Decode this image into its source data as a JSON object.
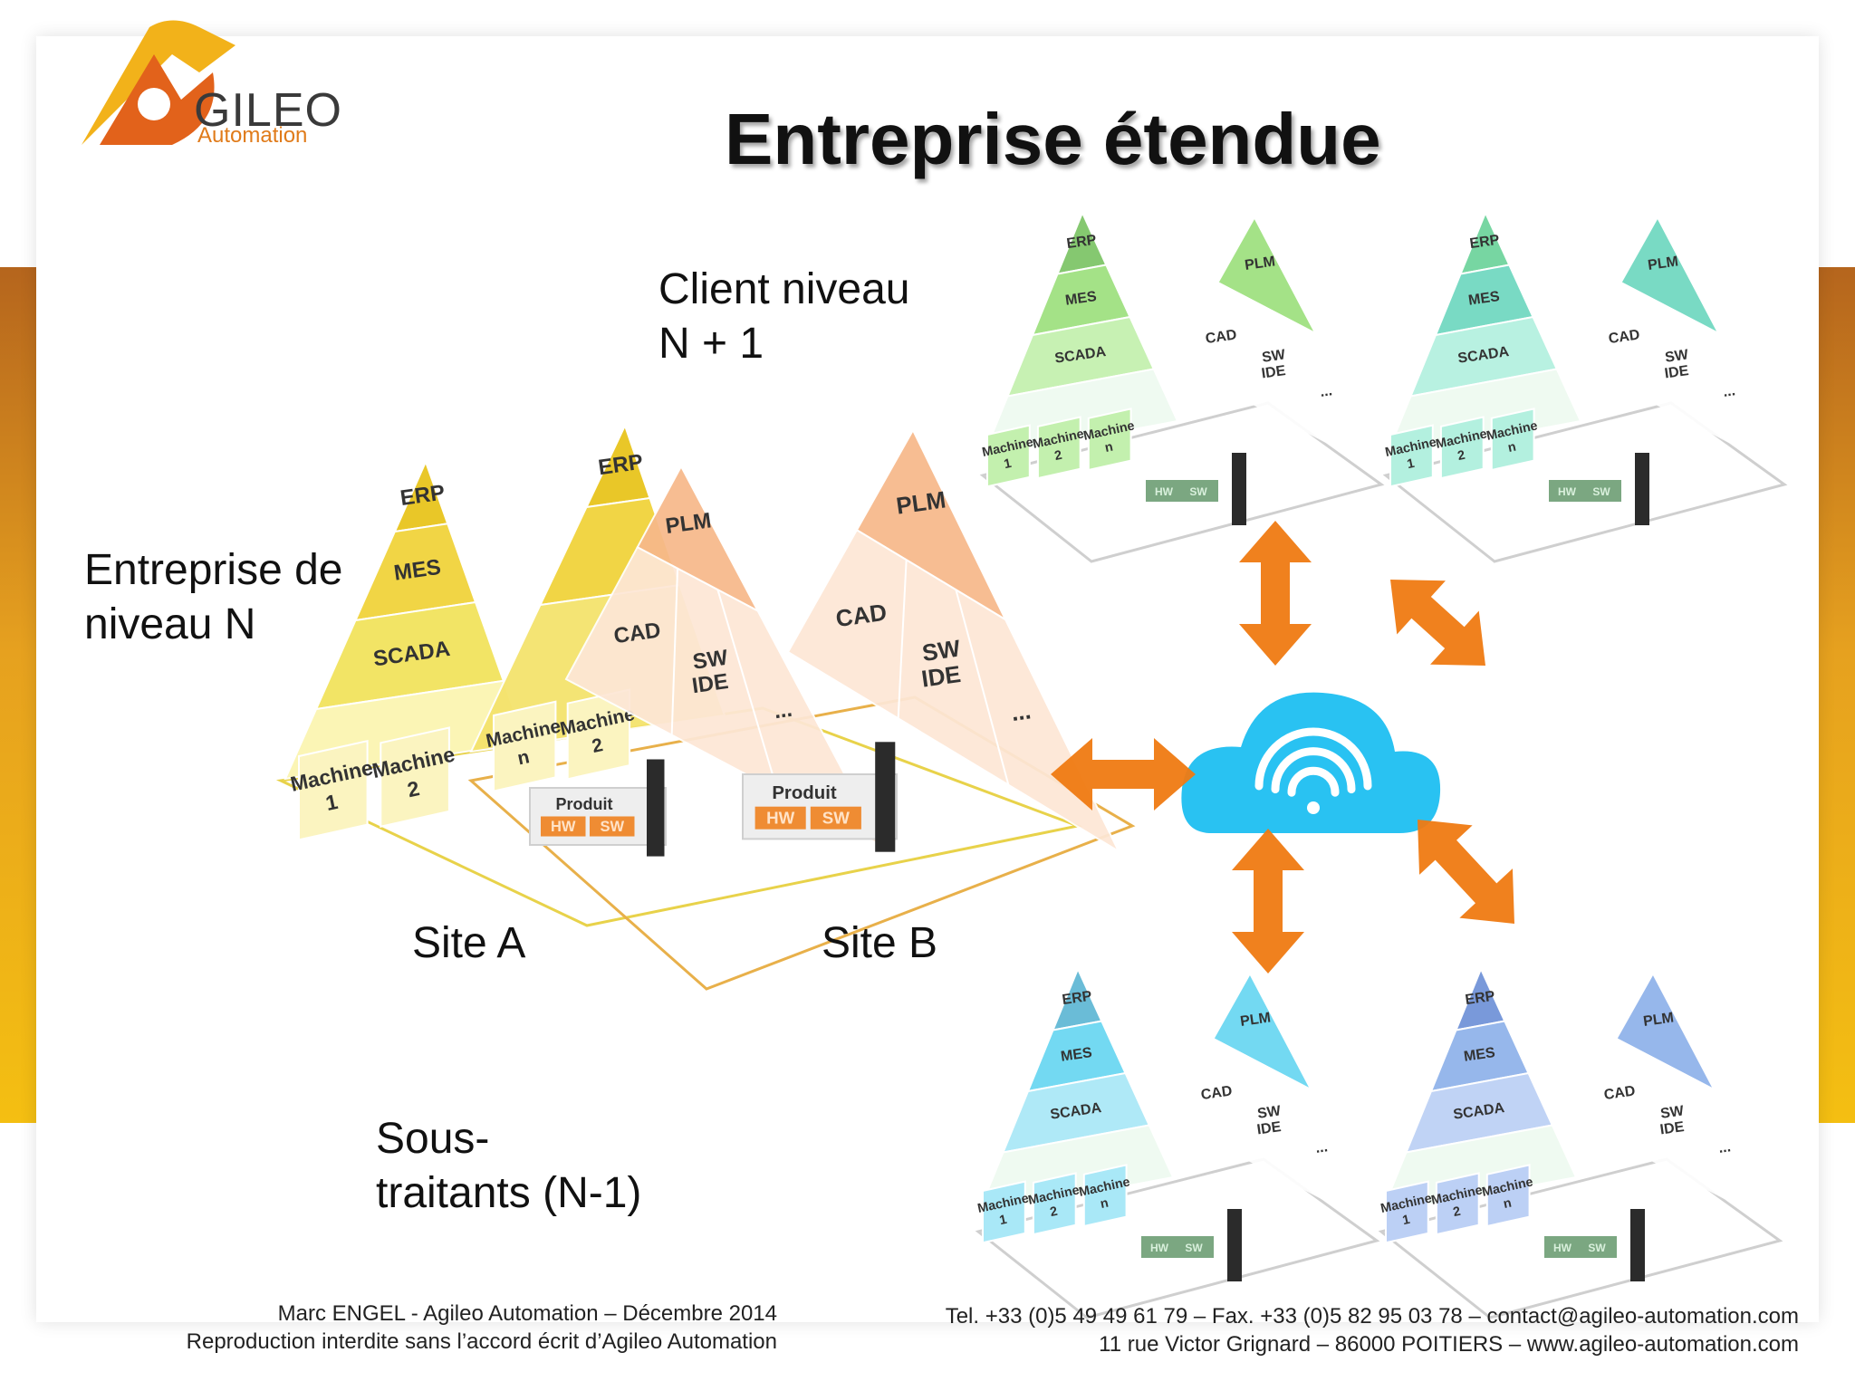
{
  "logo": {
    "word": "GILEO",
    "sub": "Automation"
  },
  "title": "Entreprise étendue",
  "labels": {
    "client": [
      "Client niveau",
      "N + 1"
    ],
    "enterprise": [
      "Entreprise de",
      "niveau N"
    ],
    "site_a": "Site A",
    "site_b": "Site B",
    "subcontractors": [
      "Sous-",
      "traitants (N-1)"
    ]
  },
  "pyramid_text": {
    "erp": "ERP",
    "mes": "MES",
    "scada": "SCADA",
    "plm": "PLM",
    "cad": "CAD",
    "sw": "SW",
    "ide": "IDE",
    "more": "...",
    "machine": "Machine",
    "m1": "1",
    "m2": "2",
    "mn": "n",
    "produit": "Produit",
    "hw": "HW",
    "sw_box": "SW"
  },
  "footer": {
    "left_line1": "Marc ENGEL - Agileo Automation – Décembre 2014",
    "left_line2": "Reproduction interdite sans l’accord écrit d’Agileo Automation",
    "right_line1": "Tel. +33 (0)5 49 49 61 79 – Fax. +33 (0)5 82 95 03 78 – contact@agileo-automation.com",
    "right_line2": "11 rue Victor Grignard – 86000 POITIERS – www.agileo-automation.com"
  },
  "colors": {
    "yellow": "#f2e25a",
    "yellow_dark": "#e8c318",
    "peach": "#f7b98a",
    "orange_arrow": "#ef7a12",
    "green": "#9ee07e",
    "green_dark": "#7cc466",
    "teal": "#6fd8c0",
    "cyan": "#69d7f2",
    "blue": "#8fb2ea",
    "cloud": "#29c2f2",
    "band": "#e6a11f"
  },
  "icons": [
    "agileo-logo-icon",
    "cloud-wifi-icon",
    "double-arrow-icon",
    "device-tower-icon"
  ]
}
